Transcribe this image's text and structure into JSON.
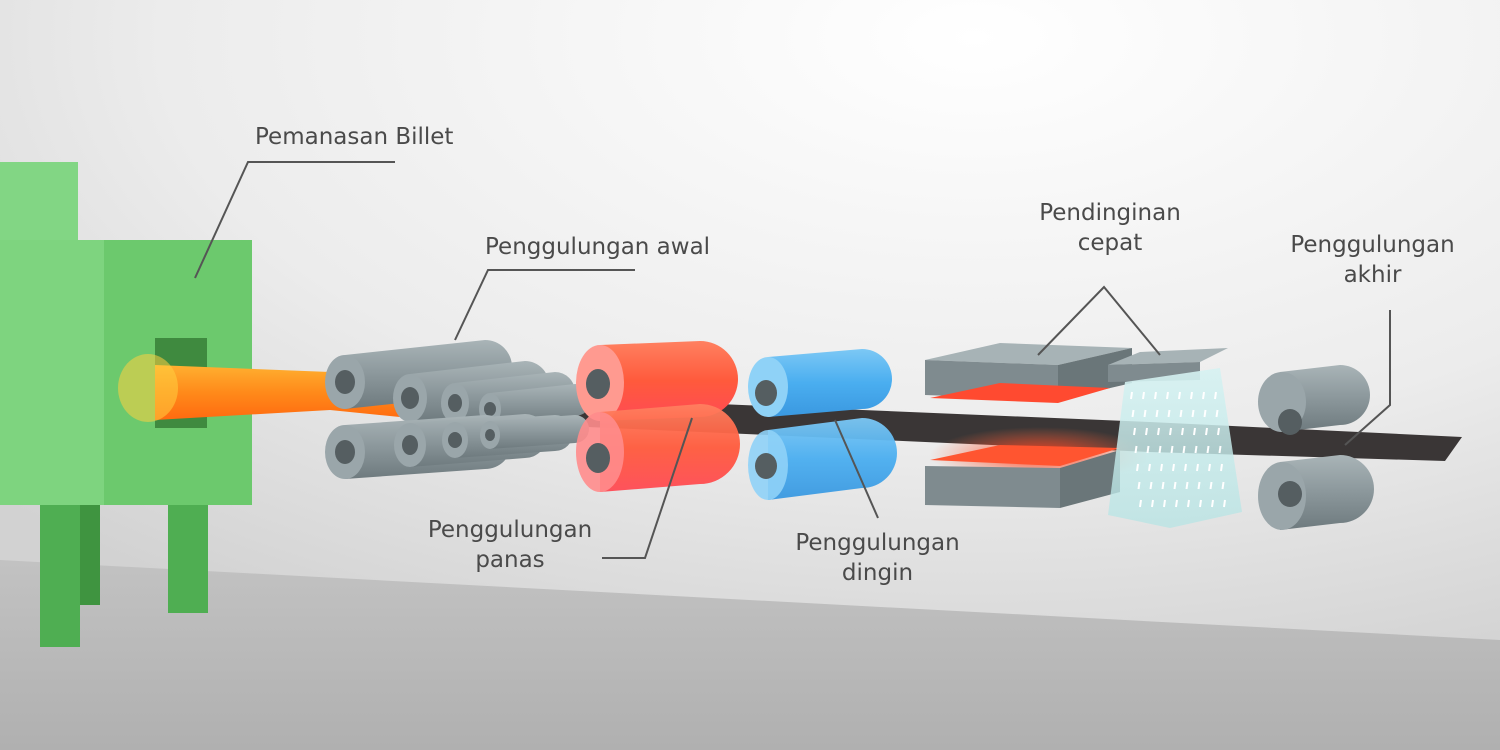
{
  "labels": {
    "billet_heating": "Pemanasan Billet",
    "initial_rolling": "Penggulungan awal",
    "hot_rolling": [
      "Penggulungan",
      "panas"
    ],
    "cold_rolling": [
      "Penggulungan",
      "dingin"
    ],
    "rapid_cooling": [
      "Pendinginan",
      "cepat"
    ],
    "final_rolling": [
      "Penggulungan",
      "akhir"
    ]
  },
  "colors": {
    "furnace": "#6cc96d",
    "hot_metal": "#ff7a1a",
    "hot_rollers": "#ff5a3c",
    "cold_rollers": "#4aaef0",
    "steel_rollers": "#8e9a9e",
    "strip": "#3a3636",
    "spray": "#bfe8e8"
  }
}
